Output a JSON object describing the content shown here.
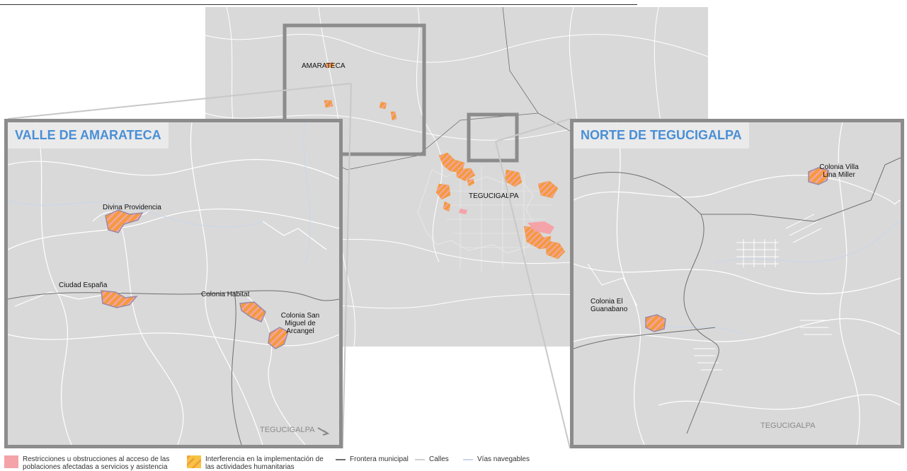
{
  "main_map": {
    "labels": [
      "AMARATECA",
      "TEGUCIGALPA"
    ]
  },
  "insets": {
    "left": {
      "title": "VALLE DE AMARATECA",
      "places": [
        "Divina Providencia",
        "Ciudad España",
        "Colonia Habitat",
        "Colonia San Miguel de Arcangel"
      ],
      "direction_label": "TEGUCIGALPA"
    },
    "right": {
      "title": "NORTE DE TEGUCIGALPA",
      "places": [
        "Colonia Villa Lina Miller",
        "Colonia El Guanabano"
      ],
      "area_label": "TEGUCIGALPA"
    }
  },
  "legend": {
    "restrictions": "Restricciones u obstrucciones al acceso de las poblaciones afectadas a servicios y asistencia",
    "interference": "Interferencia en la implementación de las actividades humanitarias",
    "municipal_border": "Frontera municipal",
    "streets": "Calles",
    "waterways": "Vías navegables"
  },
  "colors": {
    "restrictions": "#f4a3a8",
    "interference": "#f39a3c",
    "inset_title": "#4a8fd6",
    "frame": "#8c8c8c",
    "land": "#d9d9d9"
  }
}
